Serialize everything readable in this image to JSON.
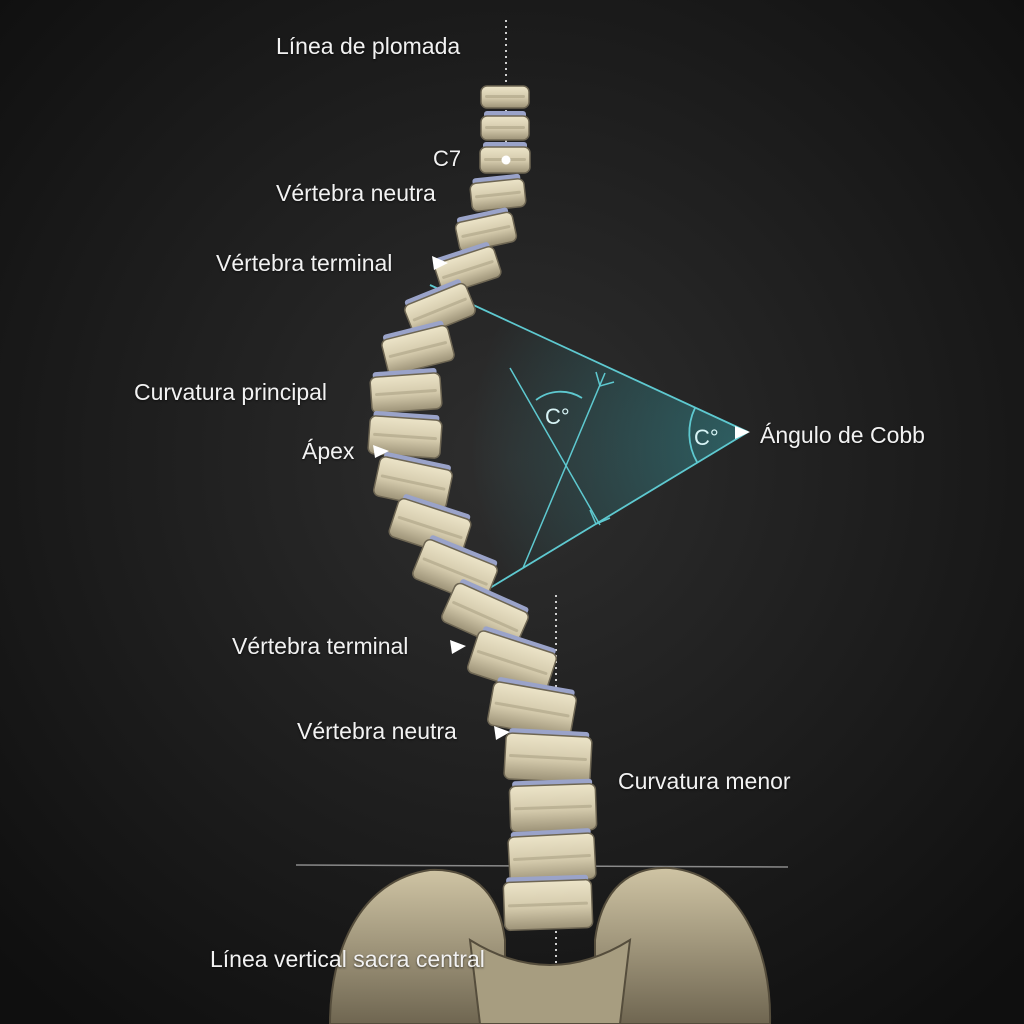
{
  "labels": {
    "plumb_line": "Línea de plomada",
    "c7": "C7",
    "neutral_upper": "Vértebra neutra",
    "end_upper": "Vértebra terminal",
    "main_curve": "Curvatura principal",
    "apex": "Ápex",
    "end_lower": "Vértebra terminal",
    "neutral_lower": "Vértebra neutra",
    "minor_curve": "Curvatura menor",
    "csvl": "Línea vertical sacra central",
    "cobb_angle": "Ángulo de Cobb",
    "angle_symbol_inner": "C°",
    "angle_symbol_outer": "C°"
  },
  "colors": {
    "background": "#1a1a1a",
    "bone": "#d9d0b4",
    "bone_shadow": "#8f866c",
    "disc": "#9aa3c9",
    "cobb_line": "#5ec9d0",
    "text": "#f2f2f2",
    "guide_line": "#cfcfcf"
  }
}
